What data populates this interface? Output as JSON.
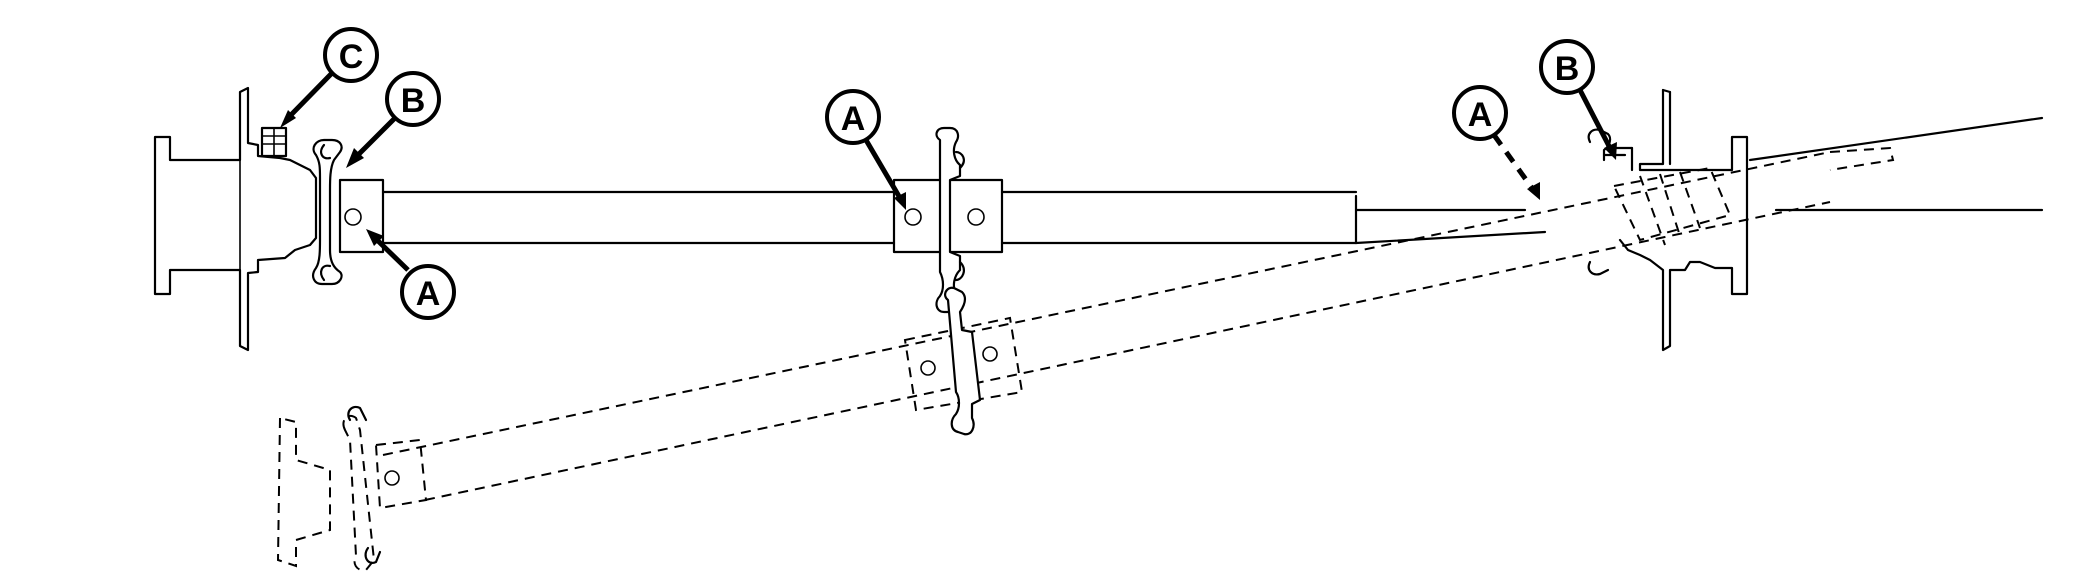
{
  "callouts": {
    "left_c": "C",
    "left_b": "B",
    "left_a": "A",
    "middle_a": "A",
    "right_a": "A",
    "right_b": "B"
  },
  "colors": {
    "line": "#000000",
    "background": "#ffffff"
  }
}
